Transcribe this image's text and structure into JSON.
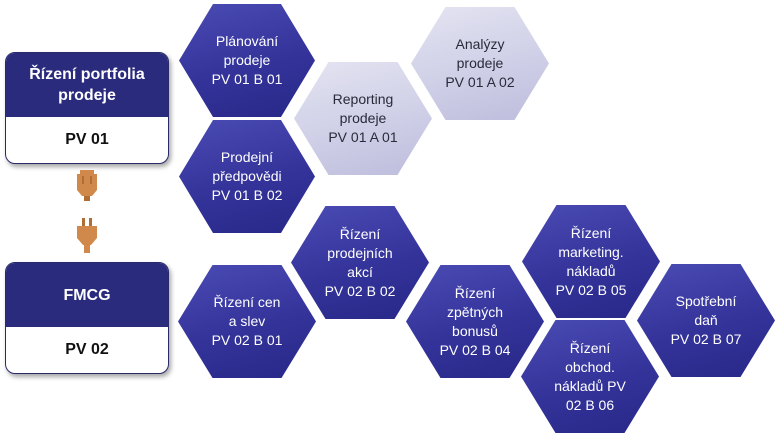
{
  "cards": [
    {
      "title": "Řízení portfolia prodeje",
      "code": "PV 01"
    },
    {
      "title": "FMCG",
      "code": "PV 02"
    }
  ],
  "hexagons": [
    {
      "lines": [
        "Plánování",
        "prodeje",
        "PV 01 B 01"
      ],
      "variant": "dark"
    },
    {
      "lines": [
        "Analýzy",
        "prodeje",
        "PV 01 A 02"
      ],
      "variant": "light"
    },
    {
      "lines": [
        "Reporting",
        "prodeje",
        "PV 01 A 01"
      ],
      "variant": "light"
    },
    {
      "lines": [
        "Prodejní",
        "předpovědi",
        "PV 01 B 02"
      ],
      "variant": "dark"
    },
    {
      "lines": [
        "Řízení",
        "prodejních",
        "akcí",
        "PV 02 B 02"
      ],
      "variant": "dark"
    },
    {
      "lines": [
        "Řízení",
        "marketing.",
        "nákladů",
        "PV 02 B 05"
      ],
      "variant": "dark"
    },
    {
      "lines": [
        "Řízení cen",
        "a slev",
        "PV 02 B 01"
      ],
      "variant": "dark"
    },
    {
      "lines": [
        "Řízení",
        "zpětných",
        "bonusů",
        "PV 02 B 04"
      ],
      "variant": "dark"
    },
    {
      "lines": [
        "Spotřební",
        "daň",
        "PV 02 B 07"
      ],
      "variant": "dark"
    },
    {
      "lines": [
        "Řízení",
        "obchod.",
        "nákladů PV",
        "02 B 06"
      ],
      "variant": "dark"
    }
  ],
  "colors": {
    "dark_hex": "#33339a",
    "light_hex": "#cdcde6",
    "card_header": "#2b2b7e",
    "connector": "#d0894a"
  },
  "icons": [
    "plug-socket-icon",
    "plug-icon"
  ]
}
